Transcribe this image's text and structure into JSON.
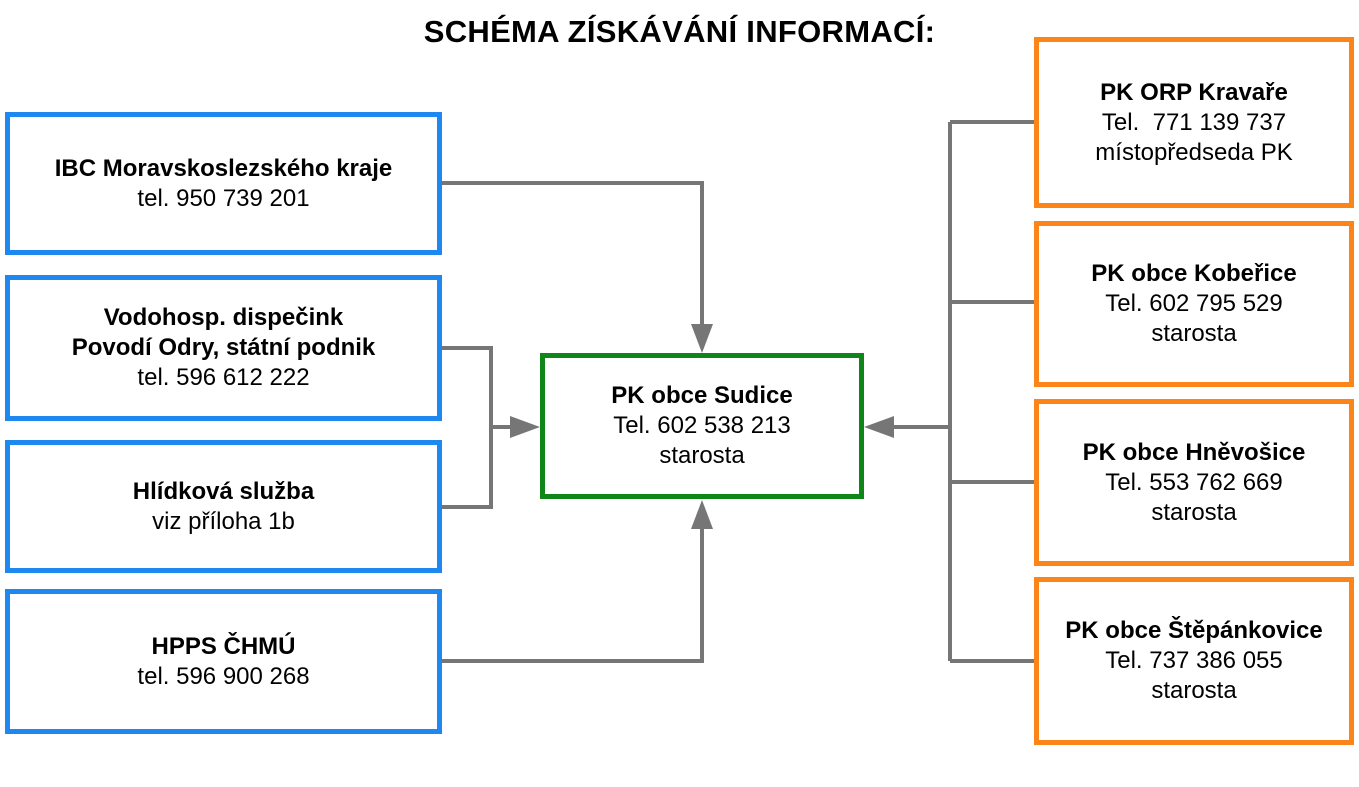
{
  "title": "SCHÉMA ZÍSKÁVÁNÍ INFORMACÍ:",
  "colors": {
    "left_boxes": "#1e88f0",
    "center_box": "#10861a",
    "right_boxes": "#fb8518",
    "connectors": "#767676"
  },
  "left": {
    "ibc": {
      "name": "IBC Moravskoslezského kraje",
      "phone": "tel. 950 739 201"
    },
    "vodohosp": {
      "name_line1": "Vodohosp. dispečink",
      "name_line2": "Povodí Odry, státní podnik",
      "phone": "tel. 596 612 222"
    },
    "hlidkova": {
      "name": "Hlídková služba",
      "note": "viz příloha 1b"
    },
    "hpps": {
      "name": "HPPS ČHMÚ",
      "phone": "tel. 596 900 268"
    }
  },
  "center": {
    "name": "PK obce Sudice",
    "phone": "Tel. 602 538 213",
    "role": "starosta"
  },
  "right": {
    "kravare": {
      "name": "PK ORP Kravaře",
      "phone": "Tel.  771 139 737",
      "role": "místopředseda PK"
    },
    "koberice": {
      "name": "PK obce Kobeřice",
      "phone": "Tel. 602 795 529",
      "role": "starosta"
    },
    "hnevosice": {
      "name": "PK obce Hněvošice",
      "phone": "Tel. 553 762 669",
      "role": "starosta"
    },
    "stepankovice": {
      "name": "PK obce Štěpánkovice",
      "phone": "Tel. 737 386 055",
      "role": "starosta"
    }
  }
}
